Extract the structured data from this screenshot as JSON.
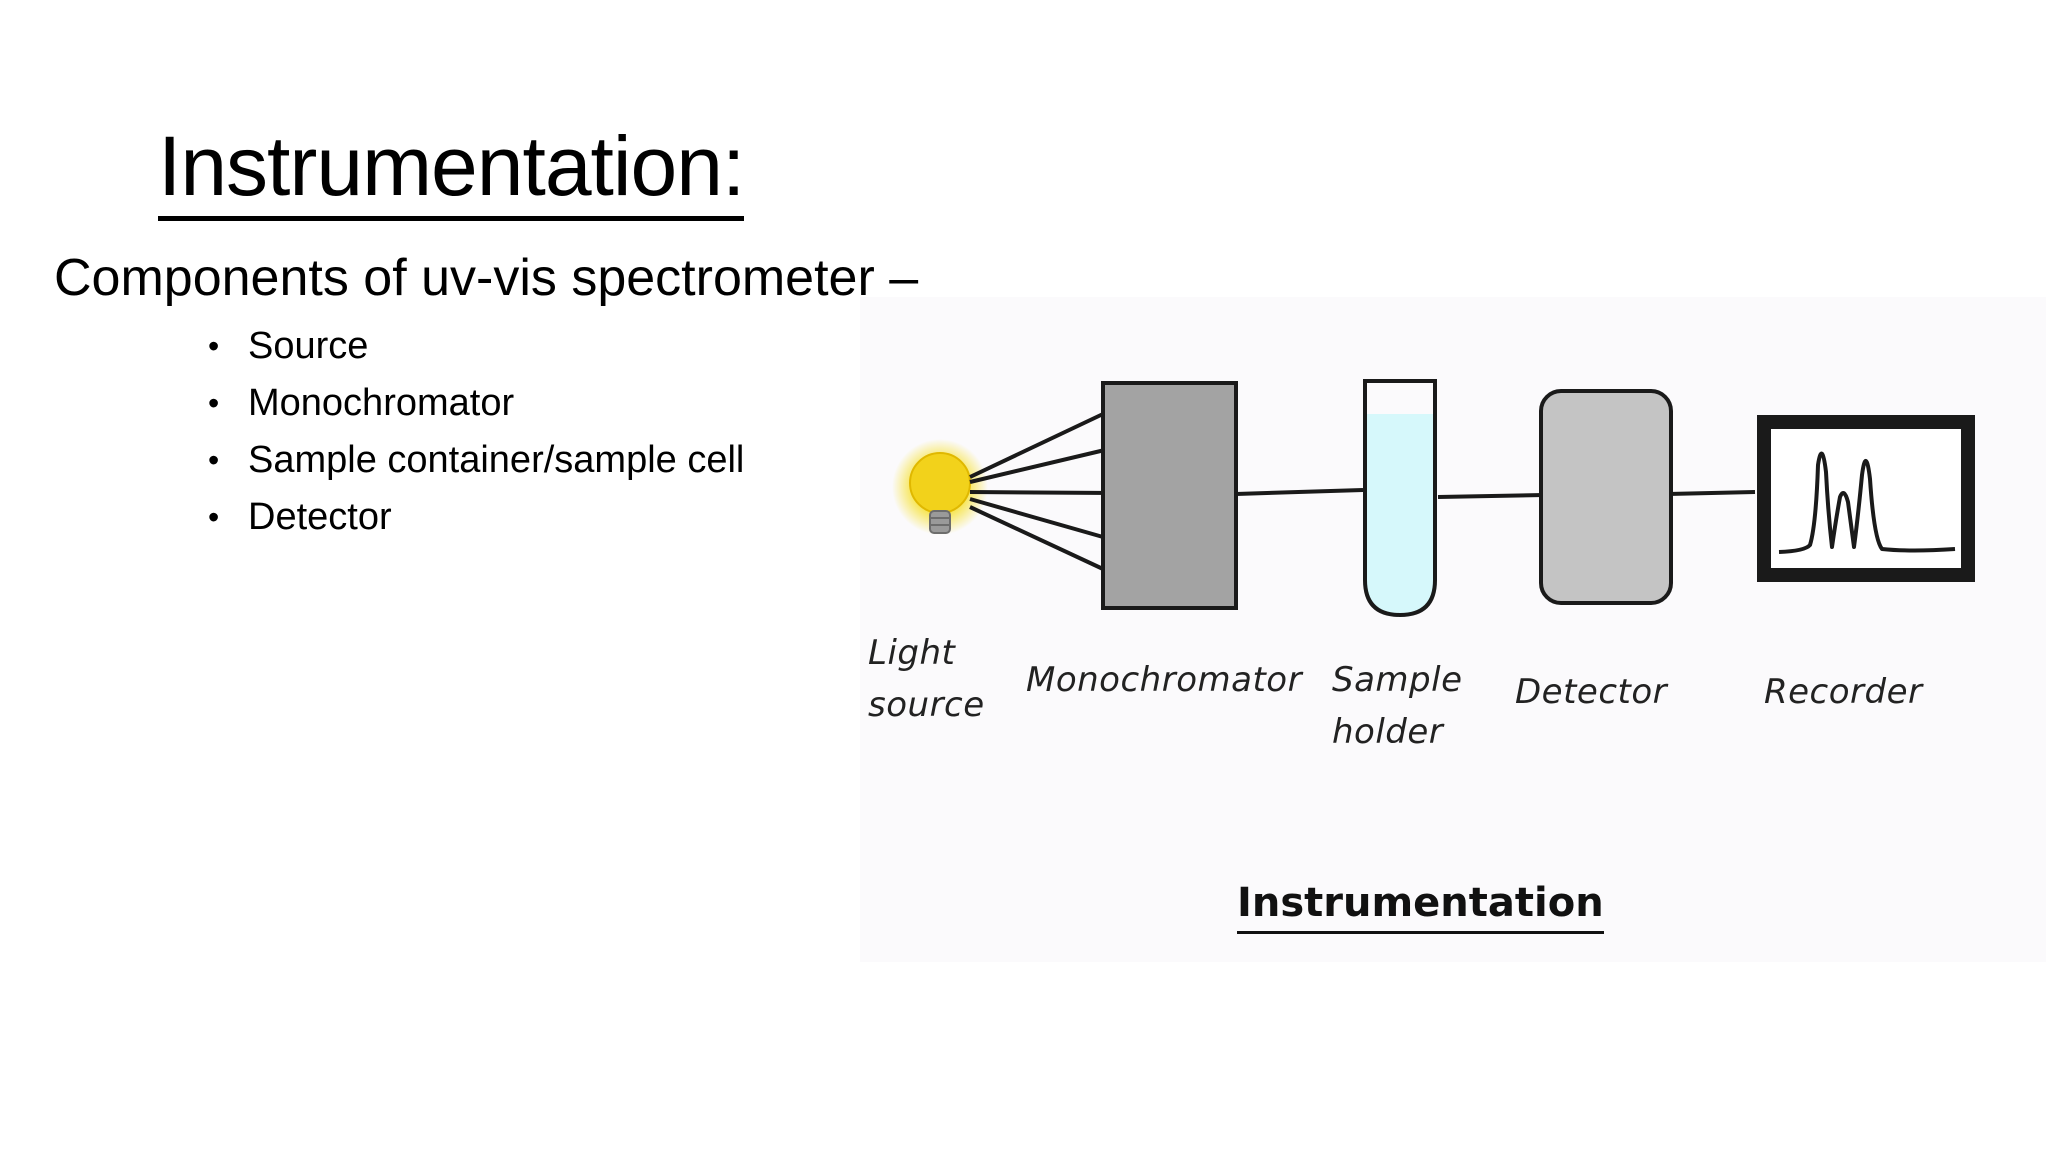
{
  "slide": {
    "title": "Instrumentation:",
    "subtitle": "Components of uv-vis spectrometer –",
    "bullets": [
      "Source",
      "Monochromator",
      "Sample container/sample cell",
      "Detector"
    ]
  },
  "diagram": {
    "labels": {
      "light_source": "Light\nsource",
      "monochromator": "Monochromator",
      "sample_holder": "Sample\nholder",
      "detector": "Detector",
      "recorder": "Recorder"
    },
    "caption": "Instrumentation",
    "colors": {
      "bulb": "#f2d21b",
      "monochromator": "#a3a3a3",
      "sample_liquid": "#d6f8fb",
      "detector": "#c4c4c4",
      "recorder_frame": "#1a1a1a"
    },
    "icons": [
      "light-bulb-icon",
      "recorder-trace-icon"
    ]
  }
}
